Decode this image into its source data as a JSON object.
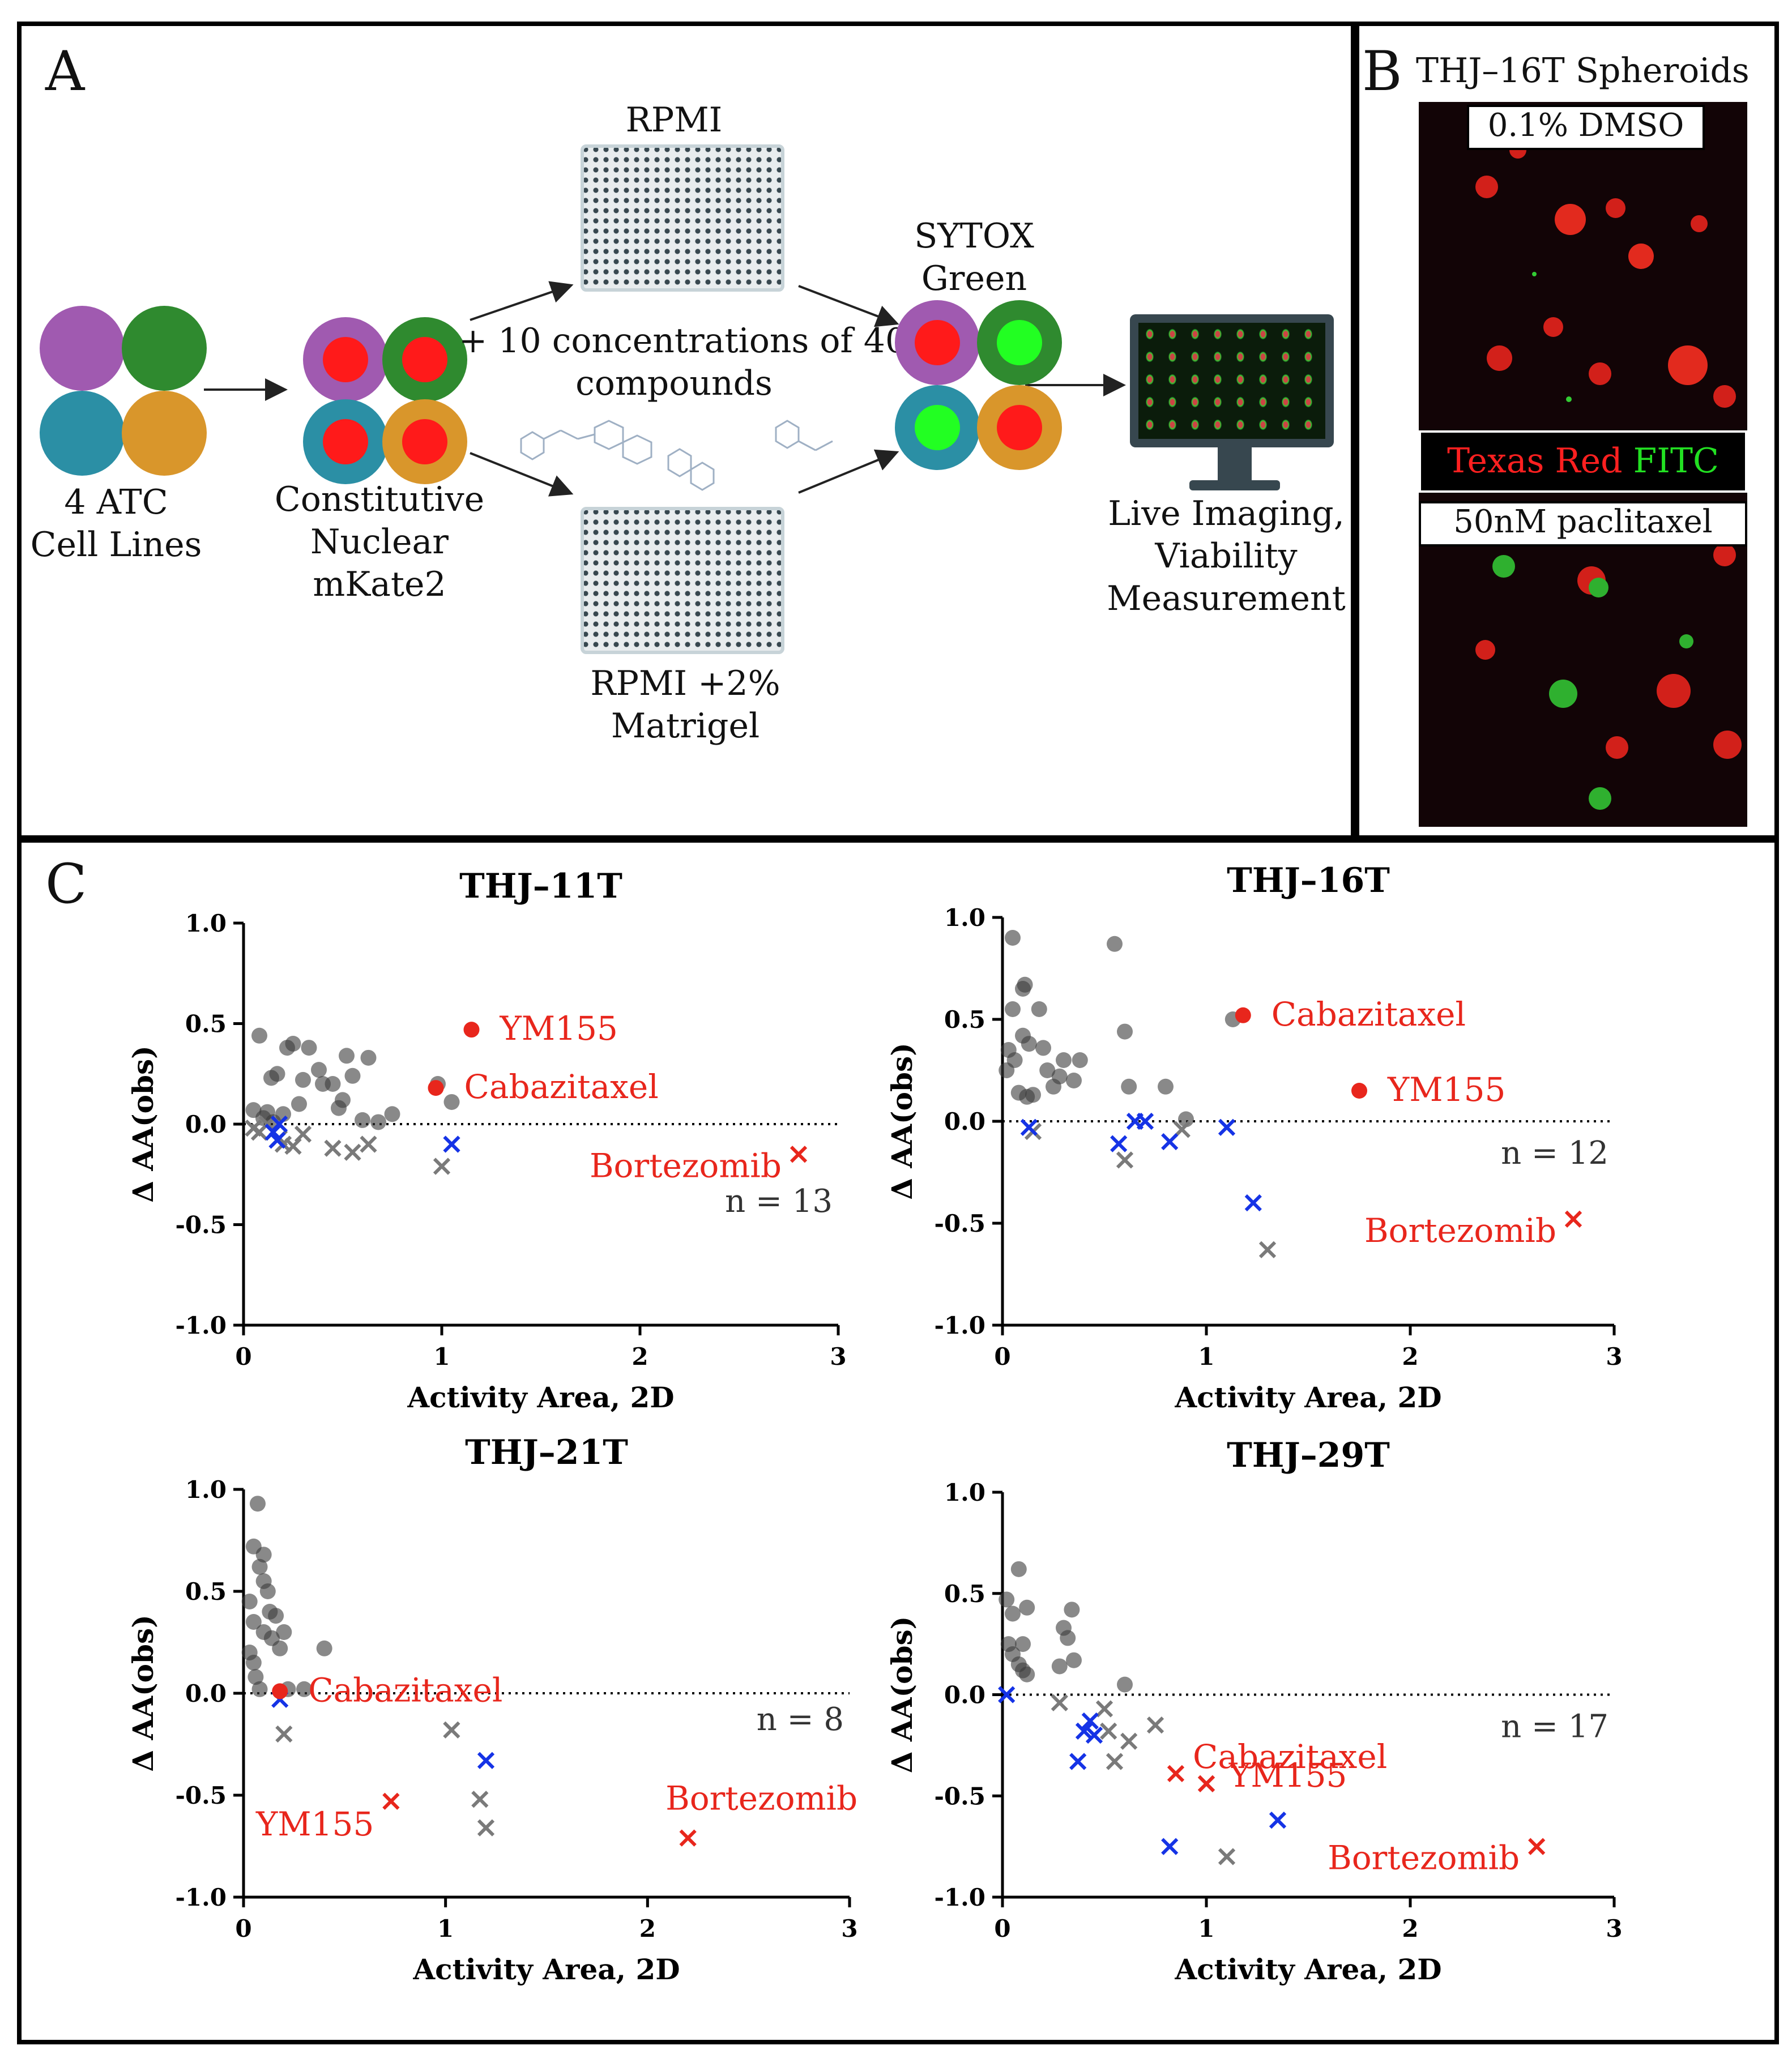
{
  "panel_a": {
    "letter": "A",
    "cells_label": "4 ATC\nCell Lines",
    "mkate_label": "Constitutive\nNuclear\nmKate2",
    "rpmi_label": "RPMI",
    "compounds_label": "+ 10 concentrations of 40\ncompounds",
    "matrigel_label": "RPMI +2%\nMatrigel",
    "sytox_label": "SYTOX\nGreen",
    "imaging_label": "Live Imaging,\nViability\nMeasurement"
  },
  "panel_b": {
    "letter": "B",
    "title": "THJ–16T Spheroids",
    "top_label": "0.1% DMSO",
    "channel_red": "Texas Red",
    "channel_green": "FITC",
    "bottom_label": "50nM paclitaxel"
  },
  "panel_c": {
    "letter": "C"
  },
  "colors": {
    "red": "#e8261c",
    "blue": "#1533e6",
    "dark": "#3a3a3a",
    "gray": "#7a7a7a"
  },
  "chart_data": [
    {
      "type": "scatter",
      "title": "THJ–11T",
      "xlabel": "Activity Area, 2D",
      "ylabel": "Δ AA(obs)",
      "xlim": [
        0,
        3
      ],
      "ylim": [
        -1.0,
        1.0
      ],
      "xticks": [
        "0",
        "1",
        "2",
        "3"
      ],
      "yticks": [
        "1.0",
        "0.5",
        "0.0",
        "-0.5",
        "-1.0"
      ],
      "n_label": "n = 13",
      "gray_points": [
        [
          0.08,
          0.44
        ],
        [
          0.05,
          0.07
        ],
        [
          0.1,
          0.03
        ],
        [
          0.12,
          0.06
        ],
        [
          0.15,
          0.01
        ],
        [
          0.14,
          0.23
        ],
        [
          0.17,
          0.25
        ],
        [
          0.2,
          0.05
        ],
        [
          0.22,
          0.38
        ],
        [
          0.25,
          0.4
        ],
        [
          0.28,
          0.1
        ],
        [
          0.3,
          0.22
        ],
        [
          0.33,
          0.38
        ],
        [
          0.38,
          0.27
        ],
        [
          0.4,
          0.2
        ],
        [
          0.45,
          0.2
        ],
        [
          0.48,
          0.08
        ],
        [
          0.5,
          0.12
        ],
        [
          0.52,
          0.34
        ],
        [
          0.55,
          0.24
        ],
        [
          0.6,
          0.02
        ],
        [
          0.63,
          0.33
        ],
        [
          0.68,
          0.01
        ],
        [
          0.75,
          0.05
        ],
        [
          0.98,
          0.2
        ],
        [
          1.05,
          0.11
        ]
      ],
      "gray_x": [
        [
          0.05,
          -0.02
        ],
        [
          0.08,
          -0.04
        ],
        [
          0.12,
          0.0
        ],
        [
          0.18,
          -0.07
        ],
        [
          0.2,
          -0.1
        ],
        [
          0.25,
          -0.11
        ],
        [
          0.3,
          -0.05
        ],
        [
          0.45,
          -0.12
        ],
        [
          0.55,
          -0.14
        ],
        [
          0.63,
          -0.1
        ],
        [
          1.0,
          -0.21
        ]
      ],
      "blue_x": [
        [
          0.15,
          -0.04
        ],
        [
          0.18,
          0.0
        ],
        [
          0.17,
          -0.08
        ],
        [
          1.05,
          -0.1
        ]
      ],
      "red_points": [
        {
          "x": 1.15,
          "y": 0.47,
          "label": "YM155"
        },
        {
          "x": 0.97,
          "y": 0.18,
          "label": "Cabazitaxel"
        }
      ],
      "red_x": [
        {
          "x": 2.8,
          "y": -0.15,
          "label": "Bortezomib"
        }
      ]
    },
    {
      "type": "scatter",
      "title": "THJ–16T",
      "xlabel": "Activity Area, 2D",
      "ylabel": "Δ AA(obs)",
      "xlim": [
        0,
        3
      ],
      "ylim": [
        -1.0,
        1.0
      ],
      "xticks": [
        "0",
        "1",
        "2",
        "3"
      ],
      "yticks": [
        "1.0",
        "0.5",
        "0.0",
        "-0.5",
        "-1.0"
      ],
      "n_label": "n = 12",
      "gray_points": [
        [
          0.05,
          0.9
        ],
        [
          0.1,
          0.65
        ],
        [
          0.11,
          0.67
        ],
        [
          0.05,
          0.55
        ],
        [
          0.03,
          0.35
        ],
        [
          0.06,
          0.3
        ],
        [
          0.1,
          0.42
        ],
        [
          0.13,
          0.38
        ],
        [
          0.18,
          0.55
        ],
        [
          0.2,
          0.36
        ],
        [
          0.22,
          0.25
        ],
        [
          0.25,
          0.17
        ],
        [
          0.28,
          0.22
        ],
        [
          0.3,
          0.3
        ],
        [
          0.35,
          0.2
        ],
        [
          0.38,
          0.3
        ],
        [
          0.02,
          0.25
        ],
        [
          0.08,
          0.14
        ],
        [
          0.12,
          0.12
        ],
        [
          0.15,
          0.13
        ],
        [
          0.55,
          0.87
        ],
        [
          0.6,
          0.44
        ],
        [
          0.62,
          0.17
        ],
        [
          0.8,
          0.17
        ],
        [
          0.9,
          0.01
        ],
        [
          1.13,
          0.5
        ]
      ],
      "gray_x": [
        [
          0.15,
          -0.05
        ],
        [
          0.6,
          -0.19
        ],
        [
          0.88,
          -0.04
        ],
        [
          1.3,
          -0.63
        ]
      ],
      "blue_x": [
        [
          0.13,
          -0.03
        ],
        [
          0.57,
          -0.11
        ],
        [
          0.65,
          0.0
        ],
        [
          0.7,
          0.0
        ],
        [
          0.82,
          -0.1
        ],
        [
          1.1,
          -0.03
        ],
        [
          1.23,
          -0.4
        ]
      ],
      "red_points": [
        {
          "x": 1.18,
          "y": 0.52,
          "label": "Cabazitaxel"
        },
        {
          "x": 1.75,
          "y": 0.15,
          "label": "YM155"
        }
      ],
      "red_x": [
        {
          "x": 2.8,
          "y": -0.48,
          "label": "Bortezomib"
        }
      ]
    },
    {
      "type": "scatter",
      "title": "THJ–21T",
      "xlabel": "Activity Area, 2D",
      "ylabel": "Δ AA(obs)",
      "xlim": [
        0,
        3
      ],
      "ylim": [
        -1.0,
        1.0
      ],
      "xticks": [
        "0",
        "1",
        "2",
        "3"
      ],
      "yticks": [
        "1.0",
        "0.5",
        "0.0",
        "-0.5",
        "-1.0"
      ],
      "n_label": "n = 8",
      "gray_points": [
        [
          0.07,
          0.93
        ],
        [
          0.05,
          0.72
        ],
        [
          0.08,
          0.62
        ],
        [
          0.1,
          0.55
        ],
        [
          0.1,
          0.68
        ],
        [
          0.12,
          0.5
        ],
        [
          0.13,
          0.4
        ],
        [
          0.03,
          0.45
        ],
        [
          0.05,
          0.35
        ],
        [
          0.03,
          0.2
        ],
        [
          0.05,
          0.15
        ],
        [
          0.06,
          0.08
        ],
        [
          0.08,
          0.02
        ],
        [
          0.1,
          0.3
        ],
        [
          0.14,
          0.27
        ],
        [
          0.16,
          0.38
        ],
        [
          0.18,
          0.22
        ],
        [
          0.2,
          0.3
        ],
        [
          0.22,
          0.02
        ],
        [
          0.3,
          0.02
        ],
        [
          0.4,
          0.22
        ]
      ],
      "gray_x": [
        [
          0.2,
          -0.2
        ],
        [
          1.03,
          -0.18
        ],
        [
          1.17,
          -0.52
        ],
        [
          1.2,
          -0.66
        ]
      ],
      "blue_x": [
        [
          0.18,
          -0.03
        ],
        [
          1.2,
          -0.33
        ]
      ],
      "red_points": [
        {
          "x": 0.18,
          "y": 0.01,
          "label": "Cabazitaxel"
        }
      ],
      "red_x": [
        {
          "x": 0.73,
          "y": -0.53,
          "label": "YM155"
        },
        {
          "x": 2.2,
          "y": -0.71,
          "label": "Bortezomib"
        }
      ]
    },
    {
      "type": "scatter",
      "title": "THJ–29T",
      "xlabel": "Activity Area, 2D",
      "ylabel": "Δ AA(obs)",
      "xlim": [
        0,
        3
      ],
      "ylim": [
        -1.0,
        1.0
      ],
      "xticks": [
        "0",
        "1",
        "2",
        "3"
      ],
      "yticks": [
        "1.0",
        "0.5",
        "0.0",
        "-0.5",
        "-1.0"
      ],
      "n_label": "n = 17",
      "gray_points": [
        [
          0.02,
          0.47
        ],
        [
          0.05,
          0.4
        ],
        [
          0.08,
          0.62
        ],
        [
          0.1,
          0.25
        ],
        [
          0.12,
          0.43
        ],
        [
          0.03,
          0.25
        ],
        [
          0.05,
          0.2
        ],
        [
          0.08,
          0.15
        ],
        [
          0.1,
          0.12
        ],
        [
          0.12,
          0.1
        ],
        [
          0.3,
          0.33
        ],
        [
          0.32,
          0.28
        ],
        [
          0.34,
          0.42
        ],
        [
          0.28,
          0.14
        ],
        [
          0.35,
          0.17
        ],
        [
          0.6,
          0.05
        ]
      ],
      "gray_x": [
        [
          0.28,
          -0.04
        ],
        [
          0.5,
          -0.07
        ],
        [
          0.52,
          -0.18
        ],
        [
          0.55,
          -0.33
        ],
        [
          0.62,
          -0.23
        ],
        [
          0.75,
          -0.15
        ],
        [
          1.0,
          -0.44
        ],
        [
          1.1,
          -0.8
        ]
      ],
      "blue_x": [
        [
          0.02,
          0.0
        ],
        [
          0.37,
          -0.33
        ],
        [
          0.4,
          -0.18
        ],
        [
          0.43,
          -0.13
        ],
        [
          0.45,
          -0.2
        ],
        [
          0.82,
          -0.75
        ],
        [
          1.35,
          -0.62
        ]
      ],
      "red_points": [],
      "red_x": [
        {
          "x": 0.85,
          "y": -0.39,
          "label": "Cabazitaxel"
        },
        {
          "x": 1.0,
          "y": -0.44,
          "label": "YM155"
        },
        {
          "x": 2.62,
          "y": -0.75,
          "label": "Bortezomib"
        }
      ]
    }
  ]
}
